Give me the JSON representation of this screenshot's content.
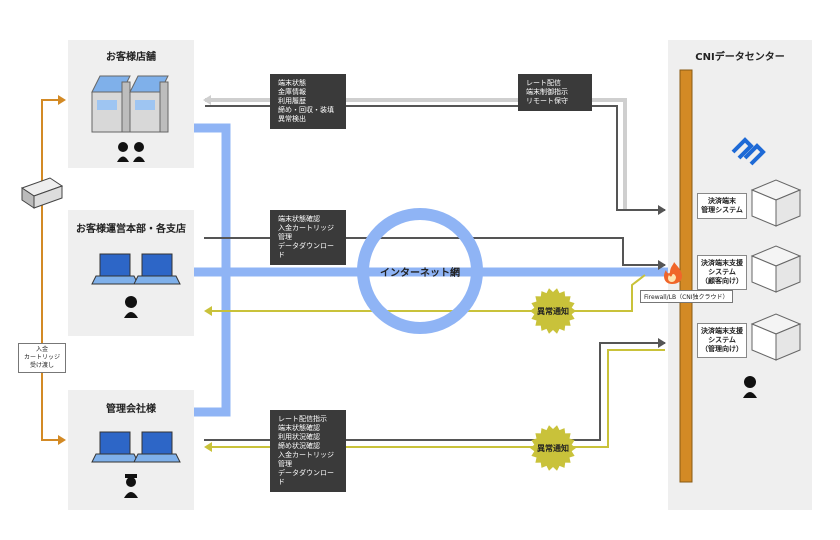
{
  "customer_store": {
    "title": "お客様店舗"
  },
  "hq_branch": {
    "title": "お客様運営本部・各支店"
  },
  "mgmt_company": {
    "title": "管理会社様"
  },
  "datacenter": {
    "title": "CNIデータセンター"
  },
  "internet": {
    "label": "インターネット網"
  },
  "handover": {
    "label": "入金\nカートリッジ\n受け渡し"
  },
  "label_store_up": {
    "text": "端末状態\n金庫情報\n利用履歴\n締め・回収・装填\n異常検出"
  },
  "label_dc_store": {
    "text": "レート配信\n端末制御指示\nリモート保守"
  },
  "label_hq": {
    "text": "端末状態確認\n入金カートリッジ\n管理\nデータダウンロード"
  },
  "label_mgmt": {
    "text": "レート配信指示\n端末状態確認\n利用状況確認\n締め状況確認\n入金カートリッジ\n管理\nデータダウンロード"
  },
  "alert_1": {
    "text": "異常通知"
  },
  "alert_2": {
    "text": "異常通知"
  },
  "firewall": {
    "text": "Firewall/LB（CNI独クラウド）"
  },
  "systems": [
    {
      "label": "決済端末\n管理システム"
    },
    {
      "label": "決済端末支援\nシステム\n（顧客向け）"
    },
    {
      "label": "決済端末支援\nシステム\n（管理向け）"
    }
  ],
  "colors": {
    "blue": "#8fb4f5",
    "gold": "#c9c23a",
    "dark": "#555555",
    "gray": "#c8c8c8",
    "orange_bar": "#d38a25"
  },
  "icons": {
    "atm": "atm-icon",
    "person": "person-icon",
    "laptop": "laptop-icon",
    "firewall": "fire-icon",
    "server": "server-cube-icon",
    "truck": "cash-truck-icon"
  }
}
